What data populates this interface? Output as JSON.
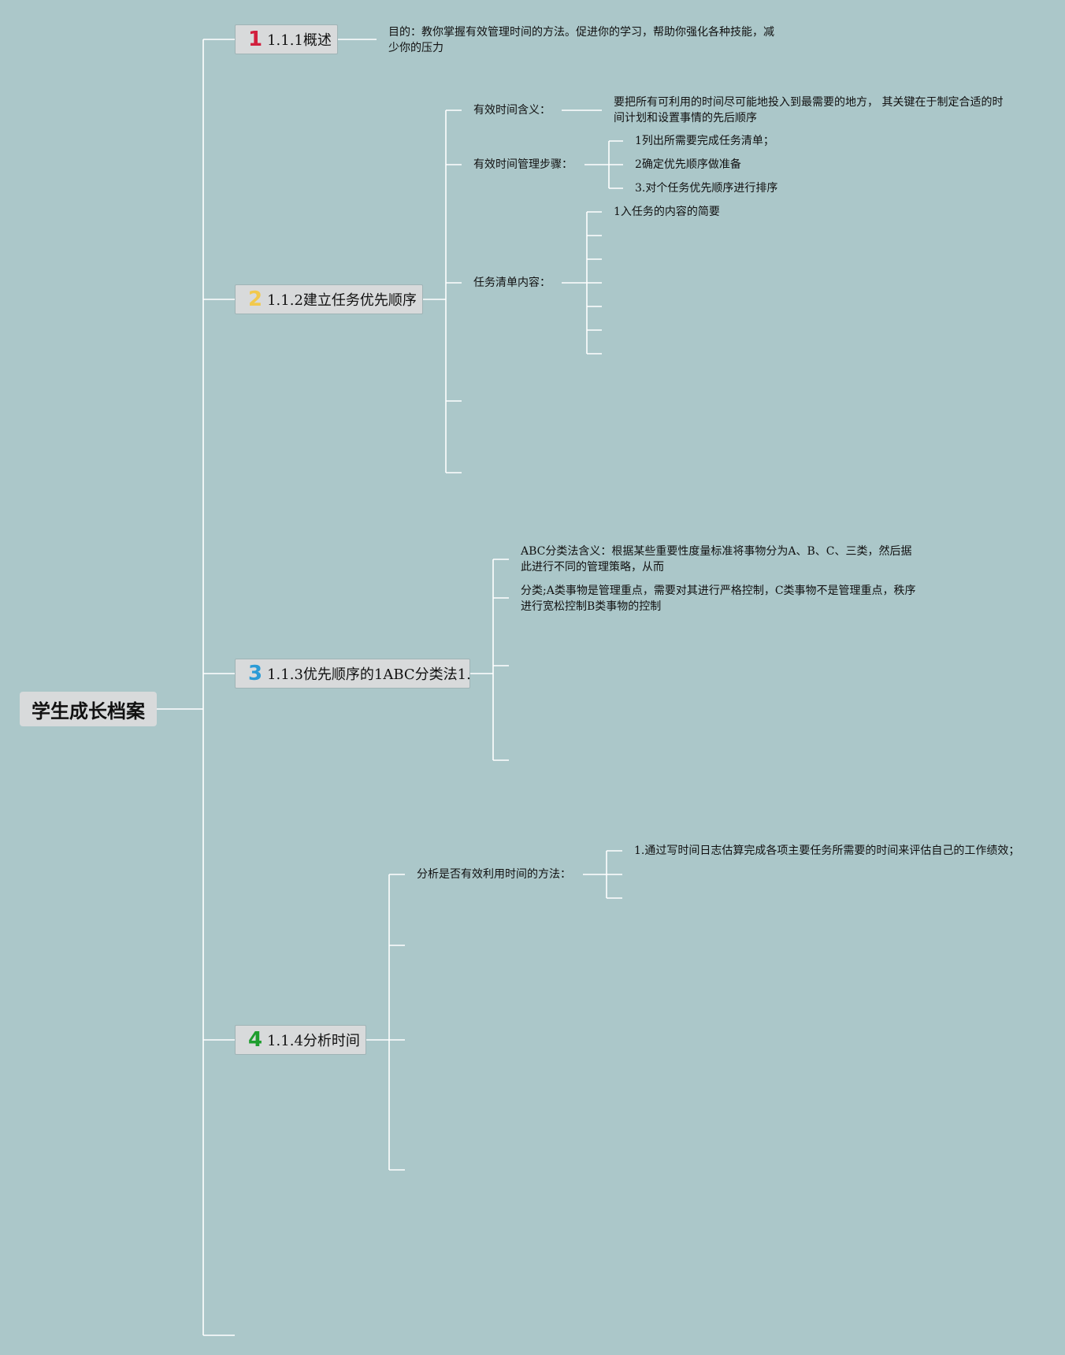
{
  "root": {
    "label": "学生成长档案"
  },
  "topics": [
    {
      "num": "1",
      "num_color": "#d11f3d",
      "label": "1.1.1概述"
    },
    {
      "num": "2",
      "num_color": "#f2c94c",
      "label": "1.1.2建立任务优先顺序"
    },
    {
      "num": "3",
      "num_color": "#2a9bd6",
      "label": "1.1.3优先顺序的1ABC分类法1."
    },
    {
      "num": "4",
      "num_color": "#1e9e2e",
      "label": "1.1.4分析时间"
    }
  ],
  "t1_children": {
    "purpose": "目的：教你掌握有效管理时间的方法。促进你的学习，帮助你强化各种技能，减少你的压力"
  },
  "t2_children": {
    "meaning_label": "有效时间含义：",
    "meaning_text": "要把所有可利用的时间尽可能地投入到最需要的地方， 其关键在于制定合适的时间计划和设置事情的先后顺序",
    "steps_label": "有效时间管理步骤：",
    "steps": [
      "1列出所需要完成任务清单；",
      "2确定优先顺序做准备",
      "3.对个任务优先顺序进行排序"
    ],
    "list_label": "任务清单内容：",
    "list_items": [
      "1入任务的内容的简要"
    ]
  },
  "t3_children": {
    "abc_meaning": "ABC分类法含义：根据某些重要性度量标准将事物分为A、B、C、三类，然后据此进行不同的管理策略，从而",
    "abc_classes": "分类;A类事物是管理重点，需要对其进行严格控制，C类事物不是管理重点，秩序进行宽松控制B类事物的控制"
  },
  "t4_children": {
    "method_label": "分析是否有效利用时间的方法：",
    "method_items": [
      "1.通过写时间日志估算完成各项主要任务所需要的时间来评估自己的工作绩效；"
    ]
  },
  "colors": {
    "background": "#abc7c9",
    "connector": "#ffffff",
    "node_fill": "#d8dadb"
  }
}
